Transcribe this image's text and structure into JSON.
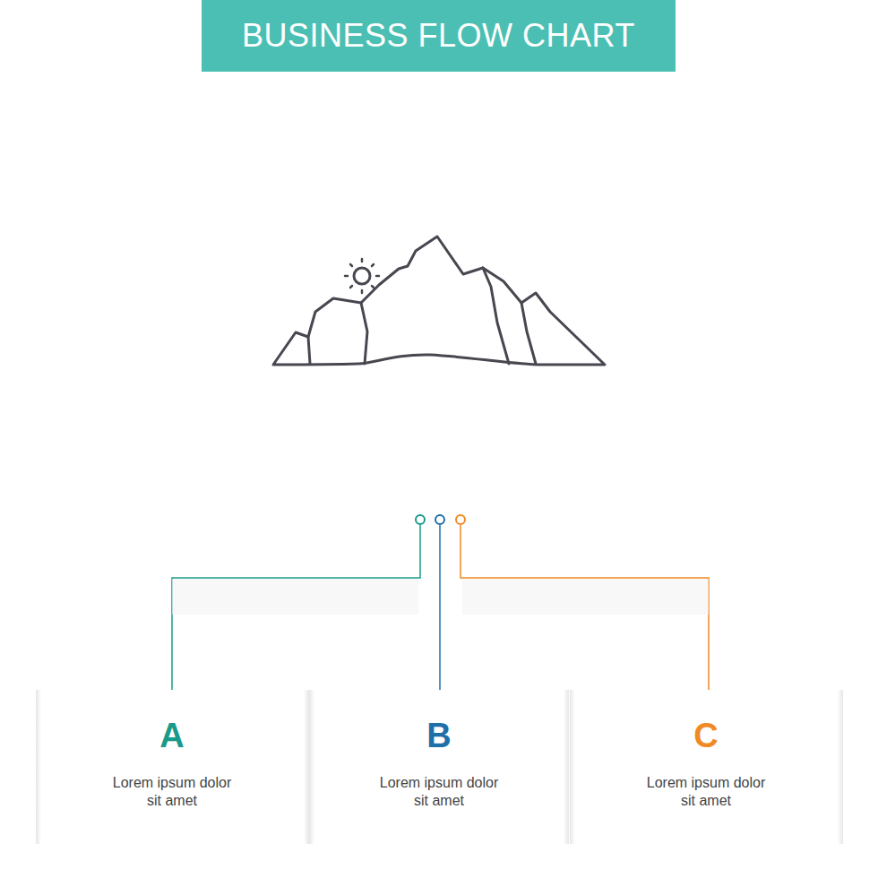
{
  "diagram": {
    "title": "BUSINESS FLOW CHART",
    "nodes": [
      {
        "text": [
          "A",
          "Lorem ipsum dolor sit amet"
        ]
      },
      {
        "text": [
          "B",
          "Lorem ipsum dolor sit amet"
        ]
      },
      {
        "text": [
          "C",
          "Lorem ipsum dolor sit amet"
        ]
      }
    ]
  }
}
